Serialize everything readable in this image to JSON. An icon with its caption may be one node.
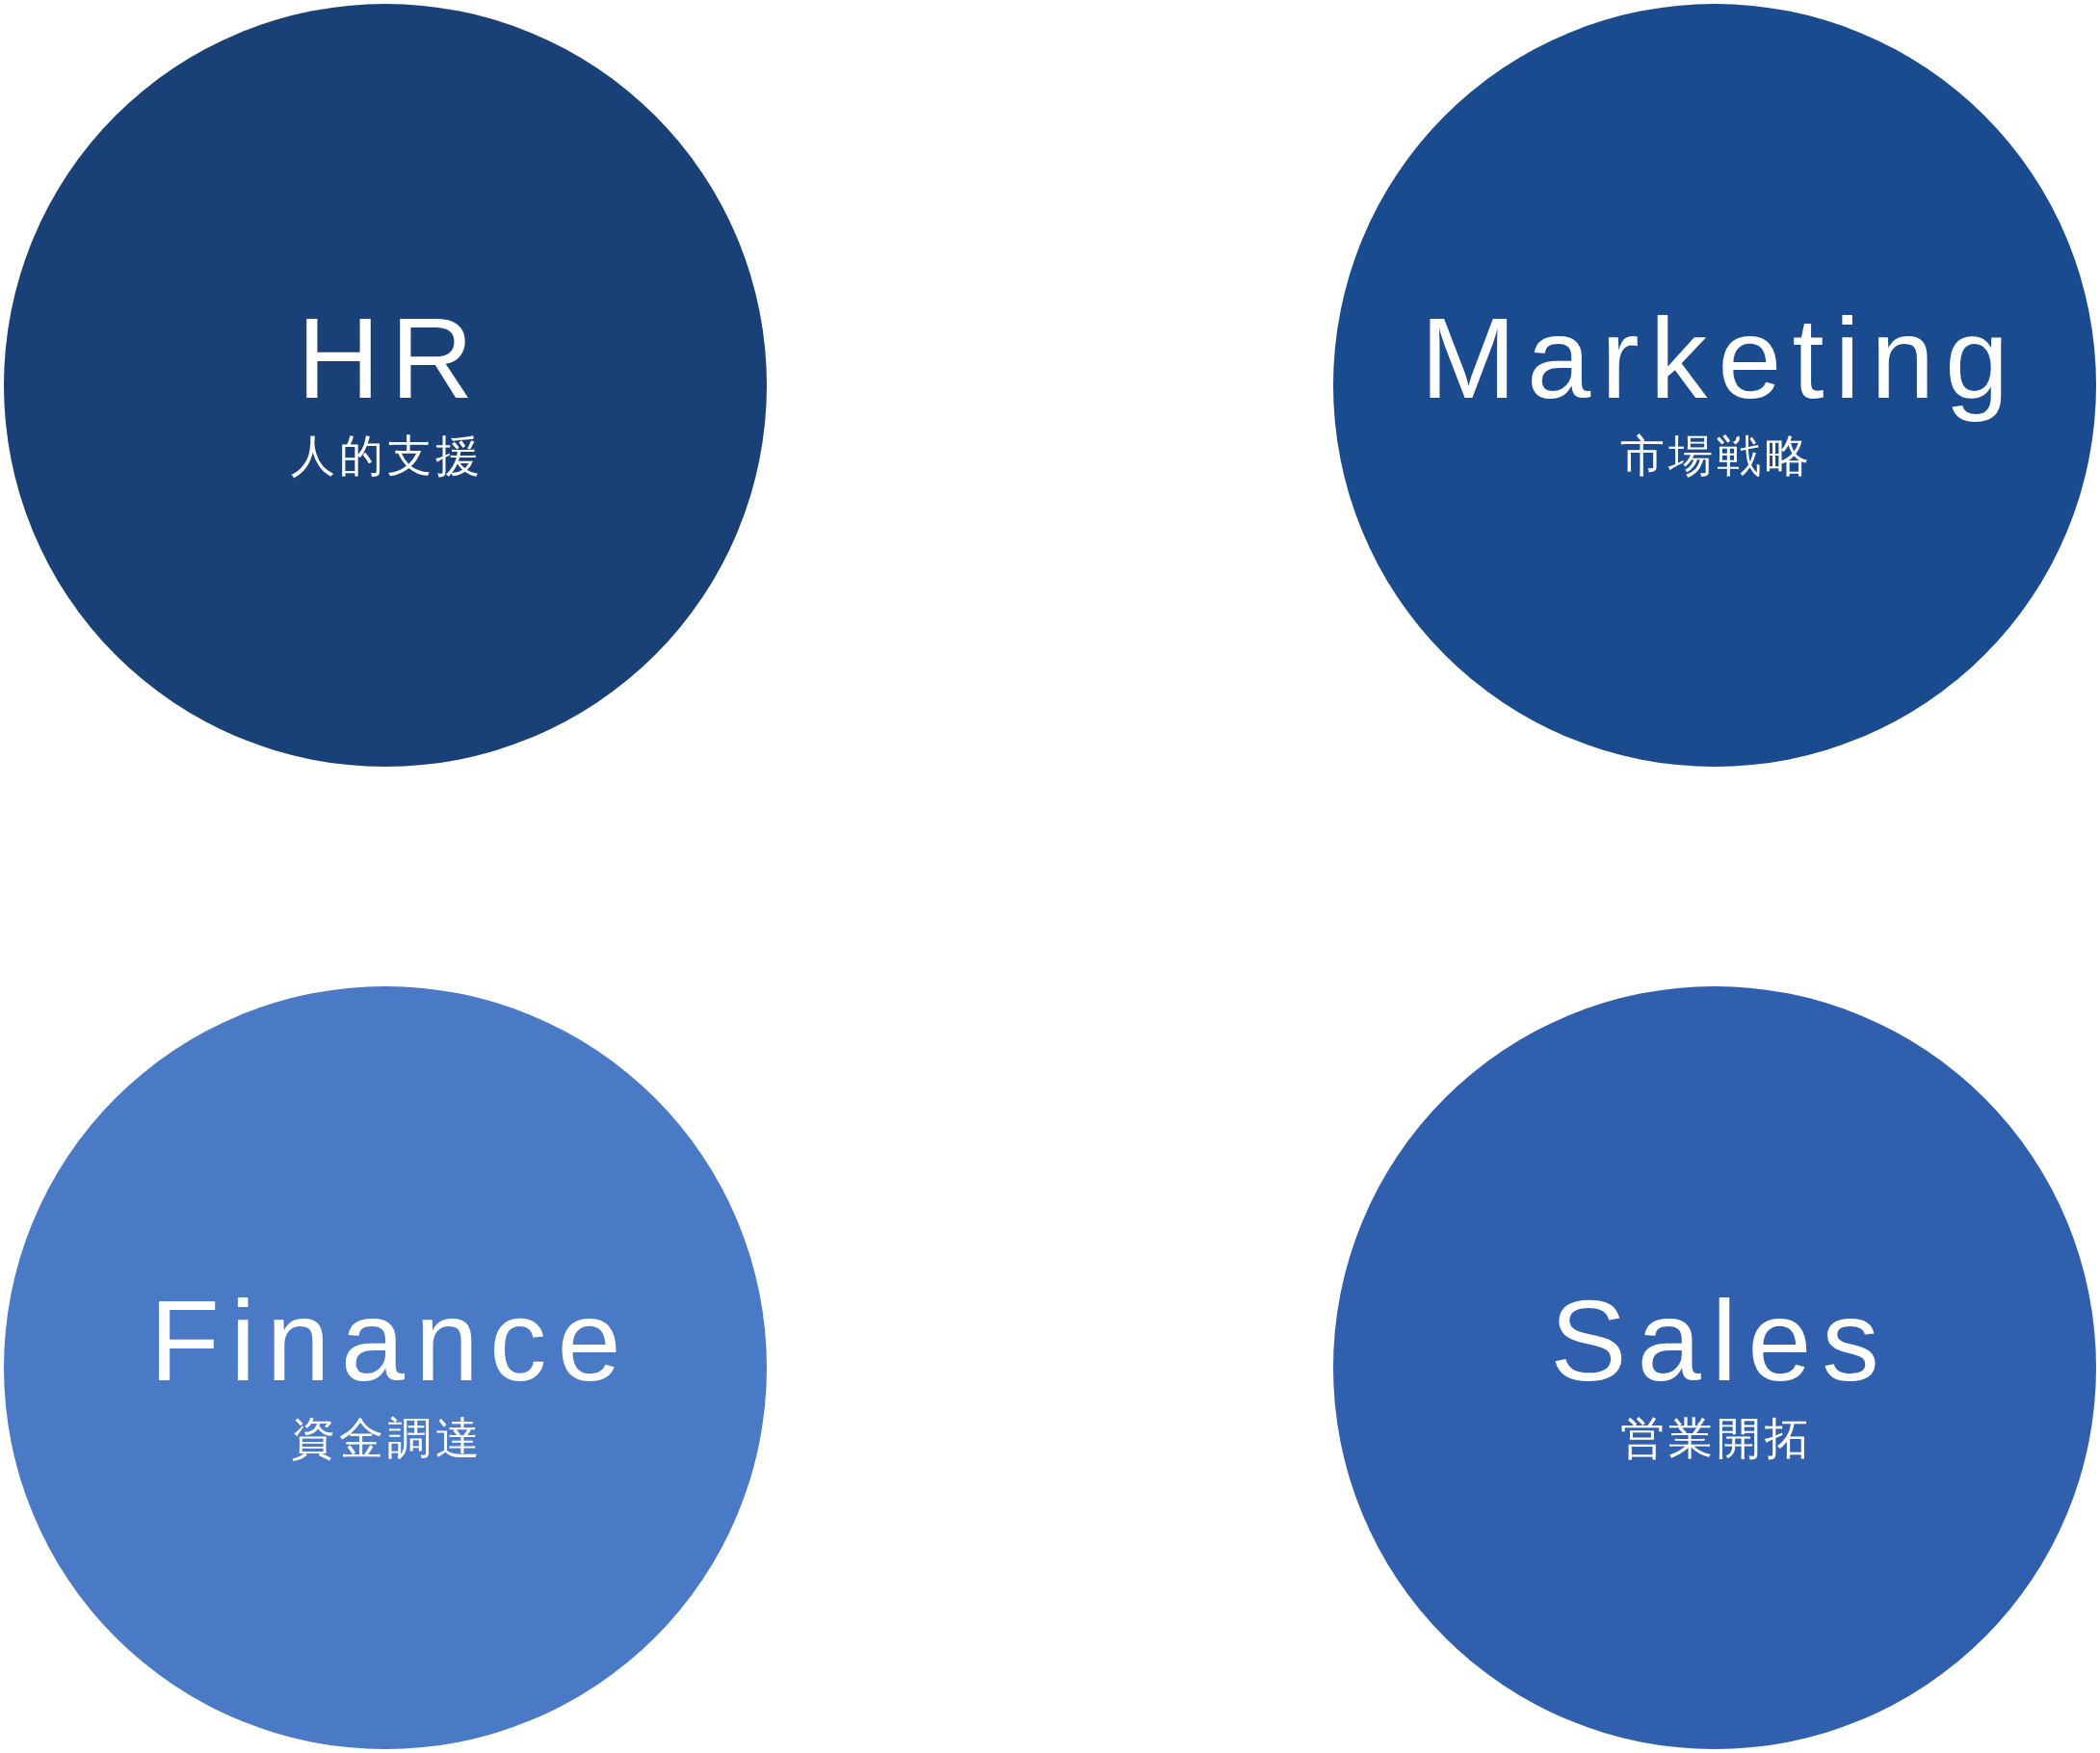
{
  "diagram": {
    "nodes": [
      {
        "text": [
          "HR",
          "人的支援"
        ]
      },
      {
        "text": [
          "Marketing",
          "市場戦略"
        ]
      },
      {
        "text": [
          "Finance",
          "資金調達"
        ]
      },
      {
        "text": [
          "Sales",
          "営業開拓"
        ]
      }
    ]
  }
}
